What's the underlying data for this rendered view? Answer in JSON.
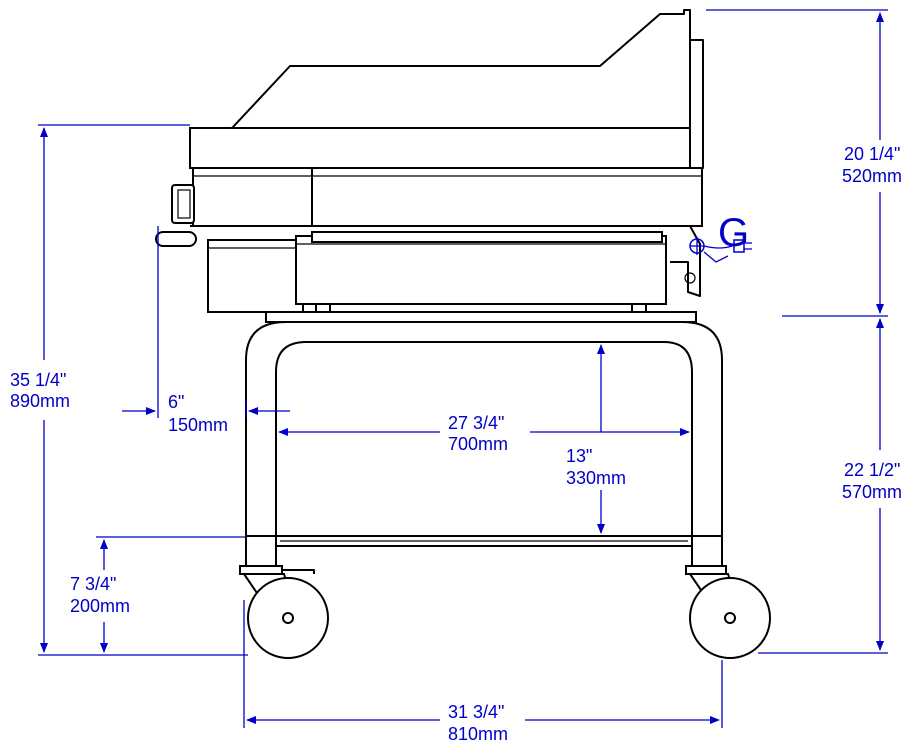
{
  "dimensions": {
    "total_height": {
      "imperial": "35 1/4\"",
      "metric": "890mm"
    },
    "top_section_height": {
      "imperial": "20 1/4\"",
      "metric": "520mm"
    },
    "stand_height": {
      "imperial": "22 1/2\"",
      "metric": "570mm"
    },
    "front_overhang": {
      "imperial": "6\"",
      "metric": "150mm"
    },
    "inner_width": {
      "imperial": "27 3/4\"",
      "metric": "700mm"
    },
    "shelf_clearance": {
      "imperial": "13\"",
      "metric": "330mm"
    },
    "shelf_height": {
      "imperial": "7 3/4\"",
      "metric": "200mm"
    },
    "overall_width": {
      "imperial": "31 3/4\"",
      "metric": "810mm"
    }
  },
  "gas_connection": {
    "label": "G"
  },
  "colors": {
    "dimension": "#0000c8",
    "outline": "#000000"
  }
}
